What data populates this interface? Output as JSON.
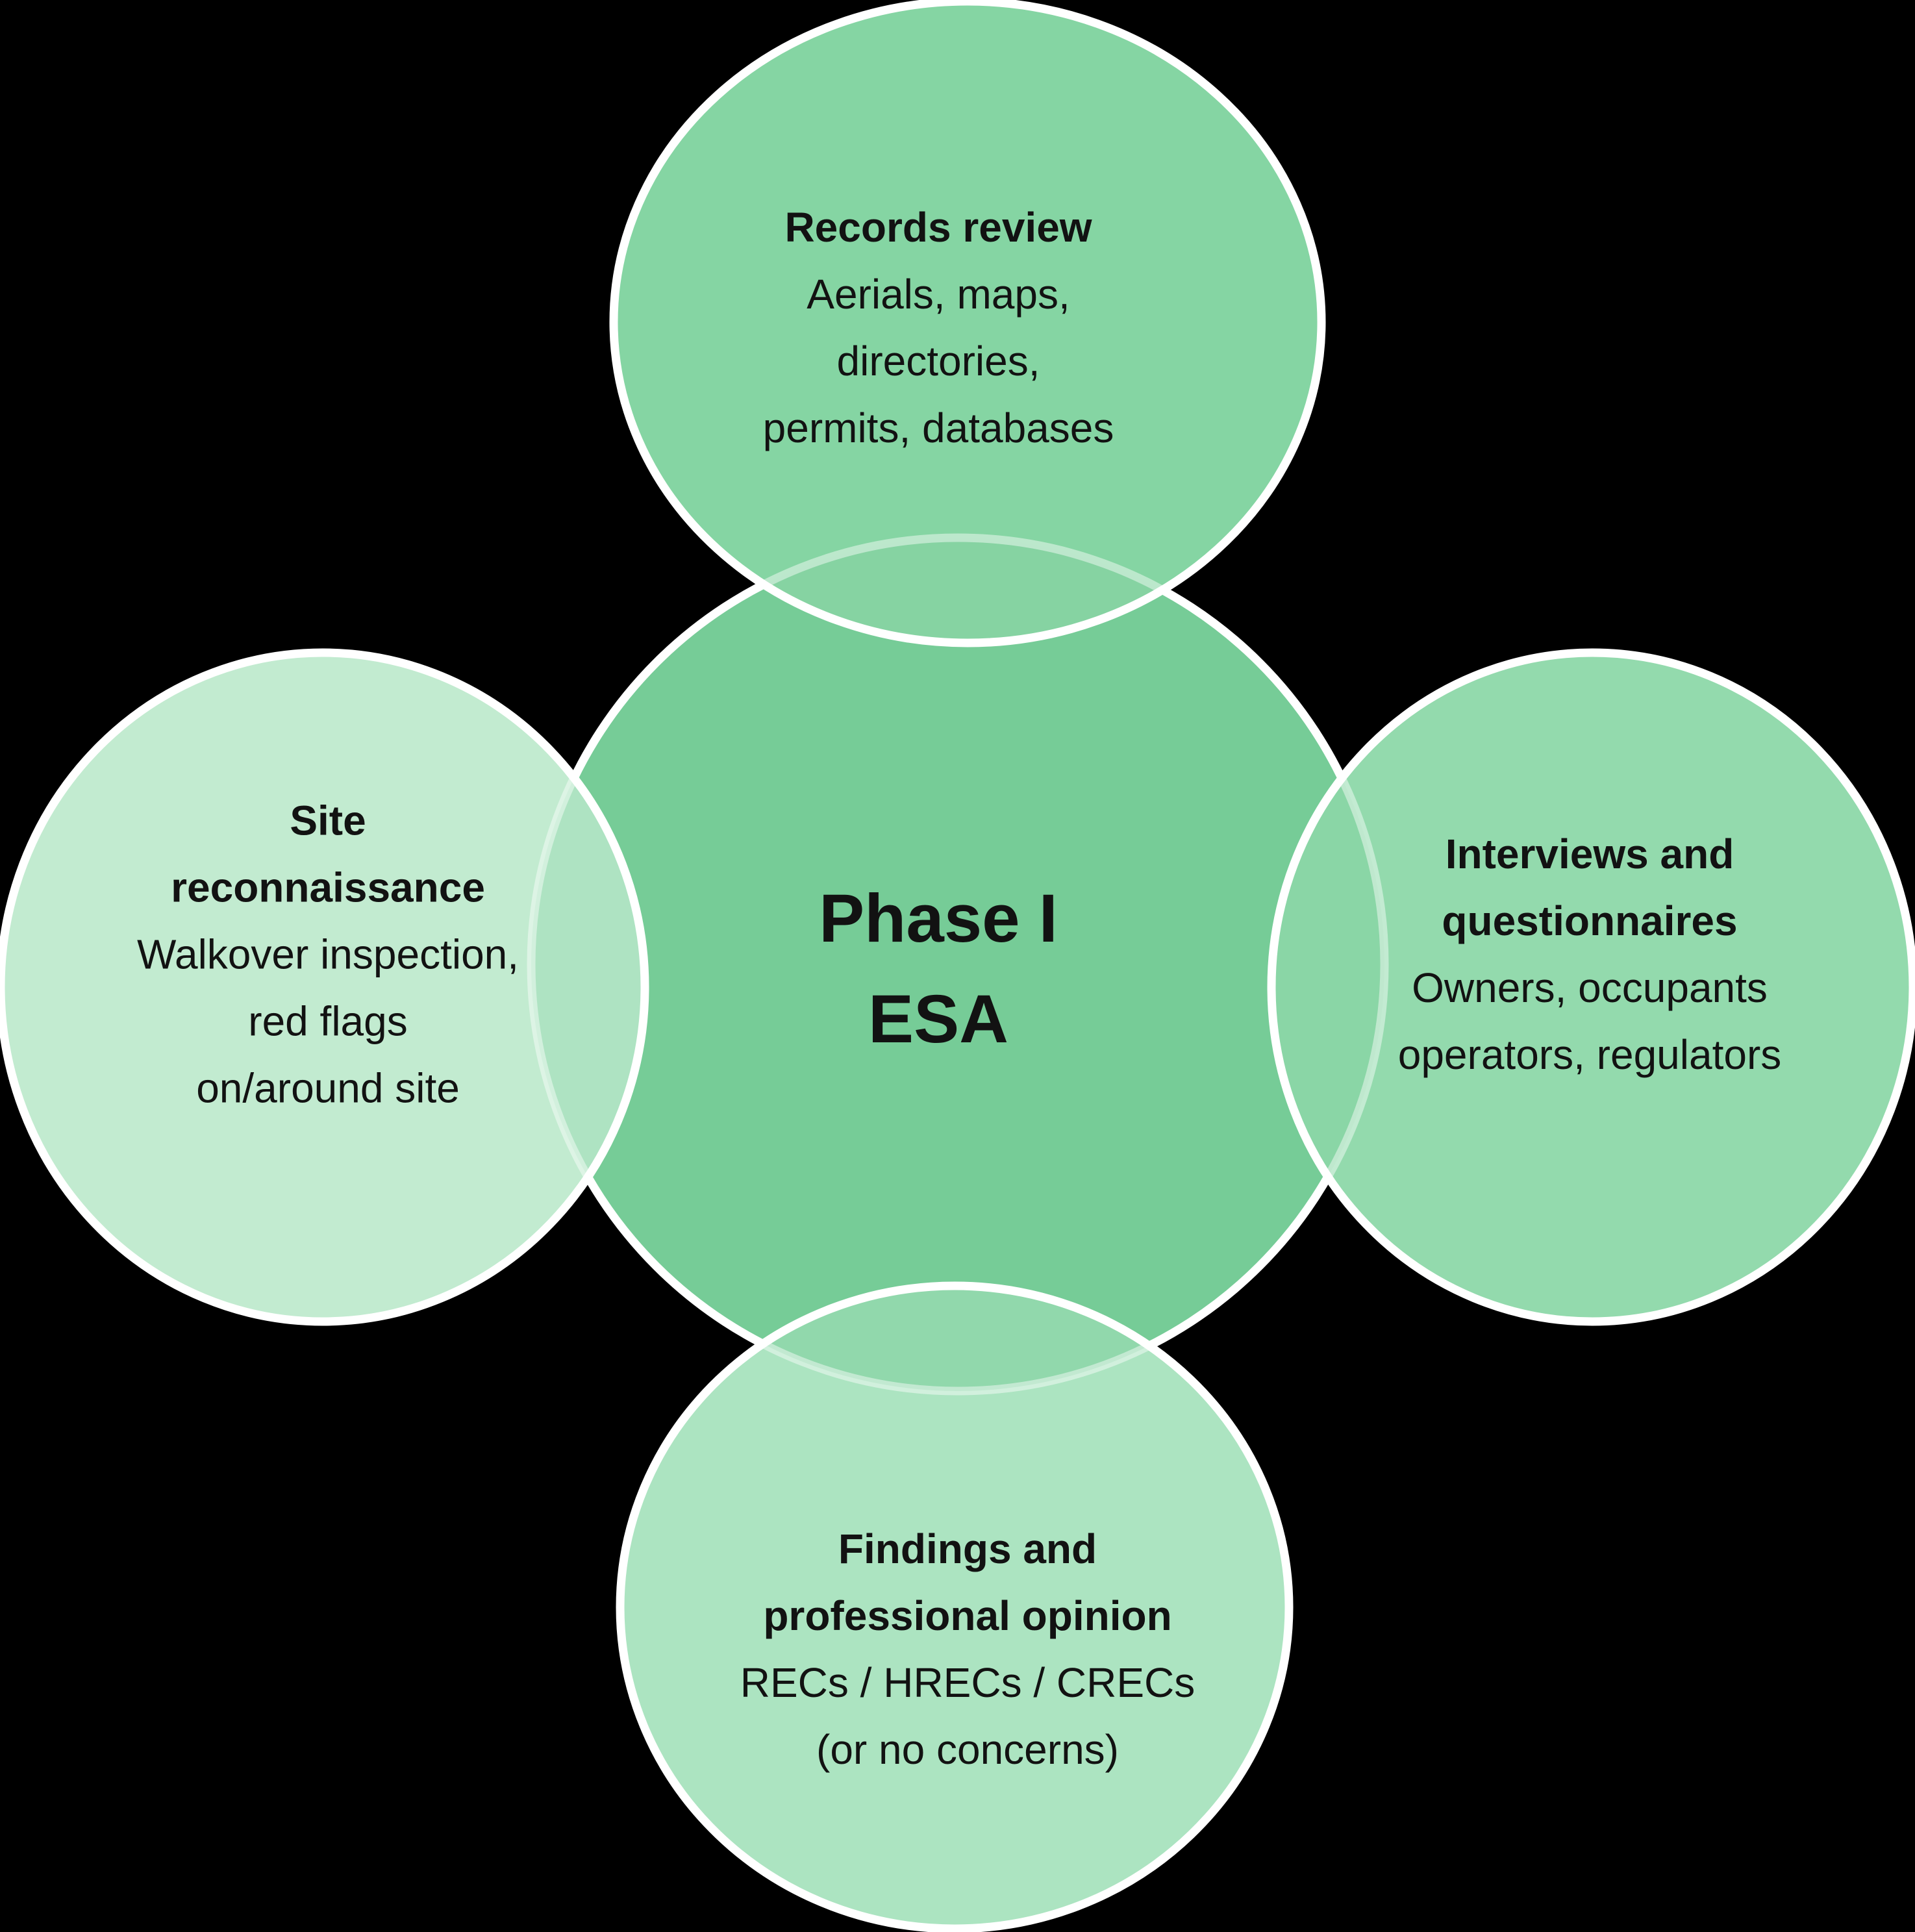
{
  "page": {
    "background": "#000000",
    "text_color": "#121212",
    "description": "Phase I ESA radial Venn diagram with four overlapping process circles"
  },
  "strokes": {
    "bold": "#FFFFFF",
    "faint": "rgba(255,255,255,0.45)"
  },
  "circles": {
    "center": {
      "fill": "#76CC97",
      "lines": [
        "Phase I",
        "ESA"
      ]
    },
    "top": {
      "fill": "#85D5A3",
      "overlap_fill": "#86D3A2",
      "title_lines": [
        "Records review"
      ],
      "body_lines": [
        "Aerials, maps,",
        "directories,",
        "permits, databases"
      ]
    },
    "left": {
      "fill": "#C2EBD0",
      "overlap_fill": "#AEE3C2",
      "title_lines": [
        "Site",
        "reconnaissance"
      ],
      "body_lines": [
        "Walkover inspection,",
        "red flags",
        "on/around site"
      ]
    },
    "right": {
      "fill": "#93DAAD",
      "overlap_fill": "#8AD6A6",
      "title_lines": [
        "Interviews and",
        "questionnaires"
      ],
      "body_lines": [
        "Owners, occupants",
        "operators, regulators"
      ]
    },
    "bottom": {
      "fill": "#ACE4C1",
      "overlap_fill": "#91D8AC",
      "title_lines": [
        "Findings and",
        "professional opinion"
      ],
      "body_lines": [
        "RECs / HRECs / CRECs",
        "(or no concerns)"
      ]
    }
  }
}
